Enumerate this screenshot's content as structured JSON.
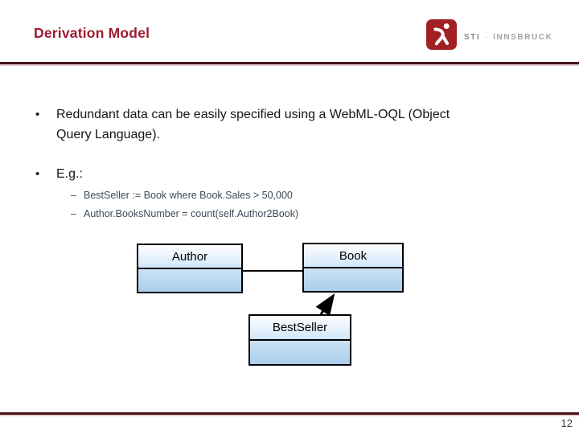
{
  "colors": {
    "brand-red": "#9e1b32",
    "logo-red": "#a02024",
    "rule-dark": "#43141b",
    "rule-pink": "#e6c9cd",
    "body-text": "#161616",
    "subtext": "#3d4a58",
    "box-title-top": "#ffffff",
    "box-title-bottom": "#d2e6fa",
    "box-body-top": "#cde2f6",
    "box-body-bottom": "#a9cdec"
  },
  "header": {
    "title": "Derivation Model",
    "logo": {
      "primary": "STI",
      "separator": "·",
      "secondary": "INNSBRUCK"
    }
  },
  "content": {
    "bullets": [
      {
        "marker": "•",
        "lines": [
          "Redundant data can be easily specified using a WebML-OQL (Object",
          "Query Language)."
        ]
      },
      {
        "marker": "•",
        "lines": [
          "E.g.:"
        ]
      }
    ],
    "sub_bullets": [
      {
        "marker": "–",
        "text": "BestSeller := Book where Book.Sales > 50,000"
      },
      {
        "marker": "–",
        "text": "Author.BooksNumber = count(self.Author2Book)"
      }
    ]
  },
  "diagram": {
    "boxes": [
      {
        "label": "Author"
      },
      {
        "label": "Book"
      },
      {
        "label": "BestSeller"
      }
    ],
    "relations": [
      {
        "from": "Author",
        "to": "Book",
        "type": "association"
      },
      {
        "from": "BestSeller",
        "to": "Book",
        "type": "arrow"
      }
    ]
  },
  "footer": {
    "page_number": "12"
  }
}
